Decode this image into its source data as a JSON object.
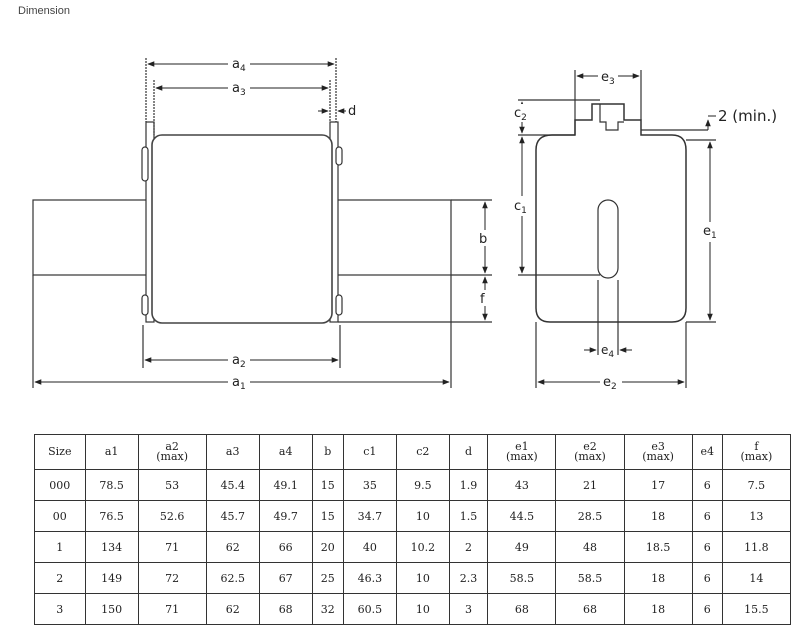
{
  "heading": "Dimension",
  "labels": {
    "a4": "a",
    "a4_sub": "4",
    "a3": "a",
    "a3_sub": "3",
    "a2": "a",
    "a2_sub": "2",
    "a1": "a",
    "a1_sub": "1",
    "d": "d",
    "b": "b",
    "f": "f",
    "e3": "e",
    "e3_sub": "3",
    "c2": "c",
    "c2_sub": "2",
    "two_min": "2  (min.)",
    "c1": "c",
    "c1_sub": "1",
    "e1": "e",
    "e1_sub": "1",
    "e4": "e",
    "e4_sub": "4",
    "e2": "e",
    "e2_sub": "2"
  },
  "table": {
    "headers": [
      {
        "label": "Size",
        "sub": ""
      },
      {
        "label": "a1",
        "sub": ""
      },
      {
        "label": "a2",
        "sub": "(max)"
      },
      {
        "label": "a3",
        "sub": ""
      },
      {
        "label": "a4",
        "sub": ""
      },
      {
        "label": "b",
        "sub": ""
      },
      {
        "label": "c1",
        "sub": ""
      },
      {
        "label": "c2",
        "sub": ""
      },
      {
        "label": "d",
        "sub": ""
      },
      {
        "label": "e1",
        "sub": "(max)"
      },
      {
        "label": "e2",
        "sub": "(max)"
      },
      {
        "label": "e3",
        "sub": "(max)"
      },
      {
        "label": "e4",
        "sub": ""
      },
      {
        "label": "f",
        "sub": "(max)"
      }
    ],
    "rows": [
      [
        "000",
        "78.5",
        "53",
        "45.4",
        "49.1",
        "15",
        "35",
        "9.5",
        "1.9",
        "43",
        "21",
        "17",
        "6",
        "7.5"
      ],
      [
        "00",
        "76.5",
        "52.6",
        "45.7",
        "49.7",
        "15",
        "34.7",
        "10",
        "1.5",
        "44.5",
        "28.5",
        "18",
        "6",
        "13"
      ],
      [
        "1",
        "134",
        "71",
        "62",
        "66",
        "20",
        "40",
        "10.2",
        "2",
        "49",
        "48",
        "18.5",
        "6",
        "11.8"
      ],
      [
        "2",
        "149",
        "72",
        "62.5",
        "67",
        "25",
        "46.3",
        "10",
        "2.3",
        "58.5",
        "58.5",
        "18",
        "6",
        "14"
      ],
      [
        "3",
        "150",
        "71",
        "62",
        "68",
        "32",
        "60.5",
        "10",
        "3",
        "68",
        "68",
        "18",
        "6",
        "15.5"
      ]
    ]
  }
}
